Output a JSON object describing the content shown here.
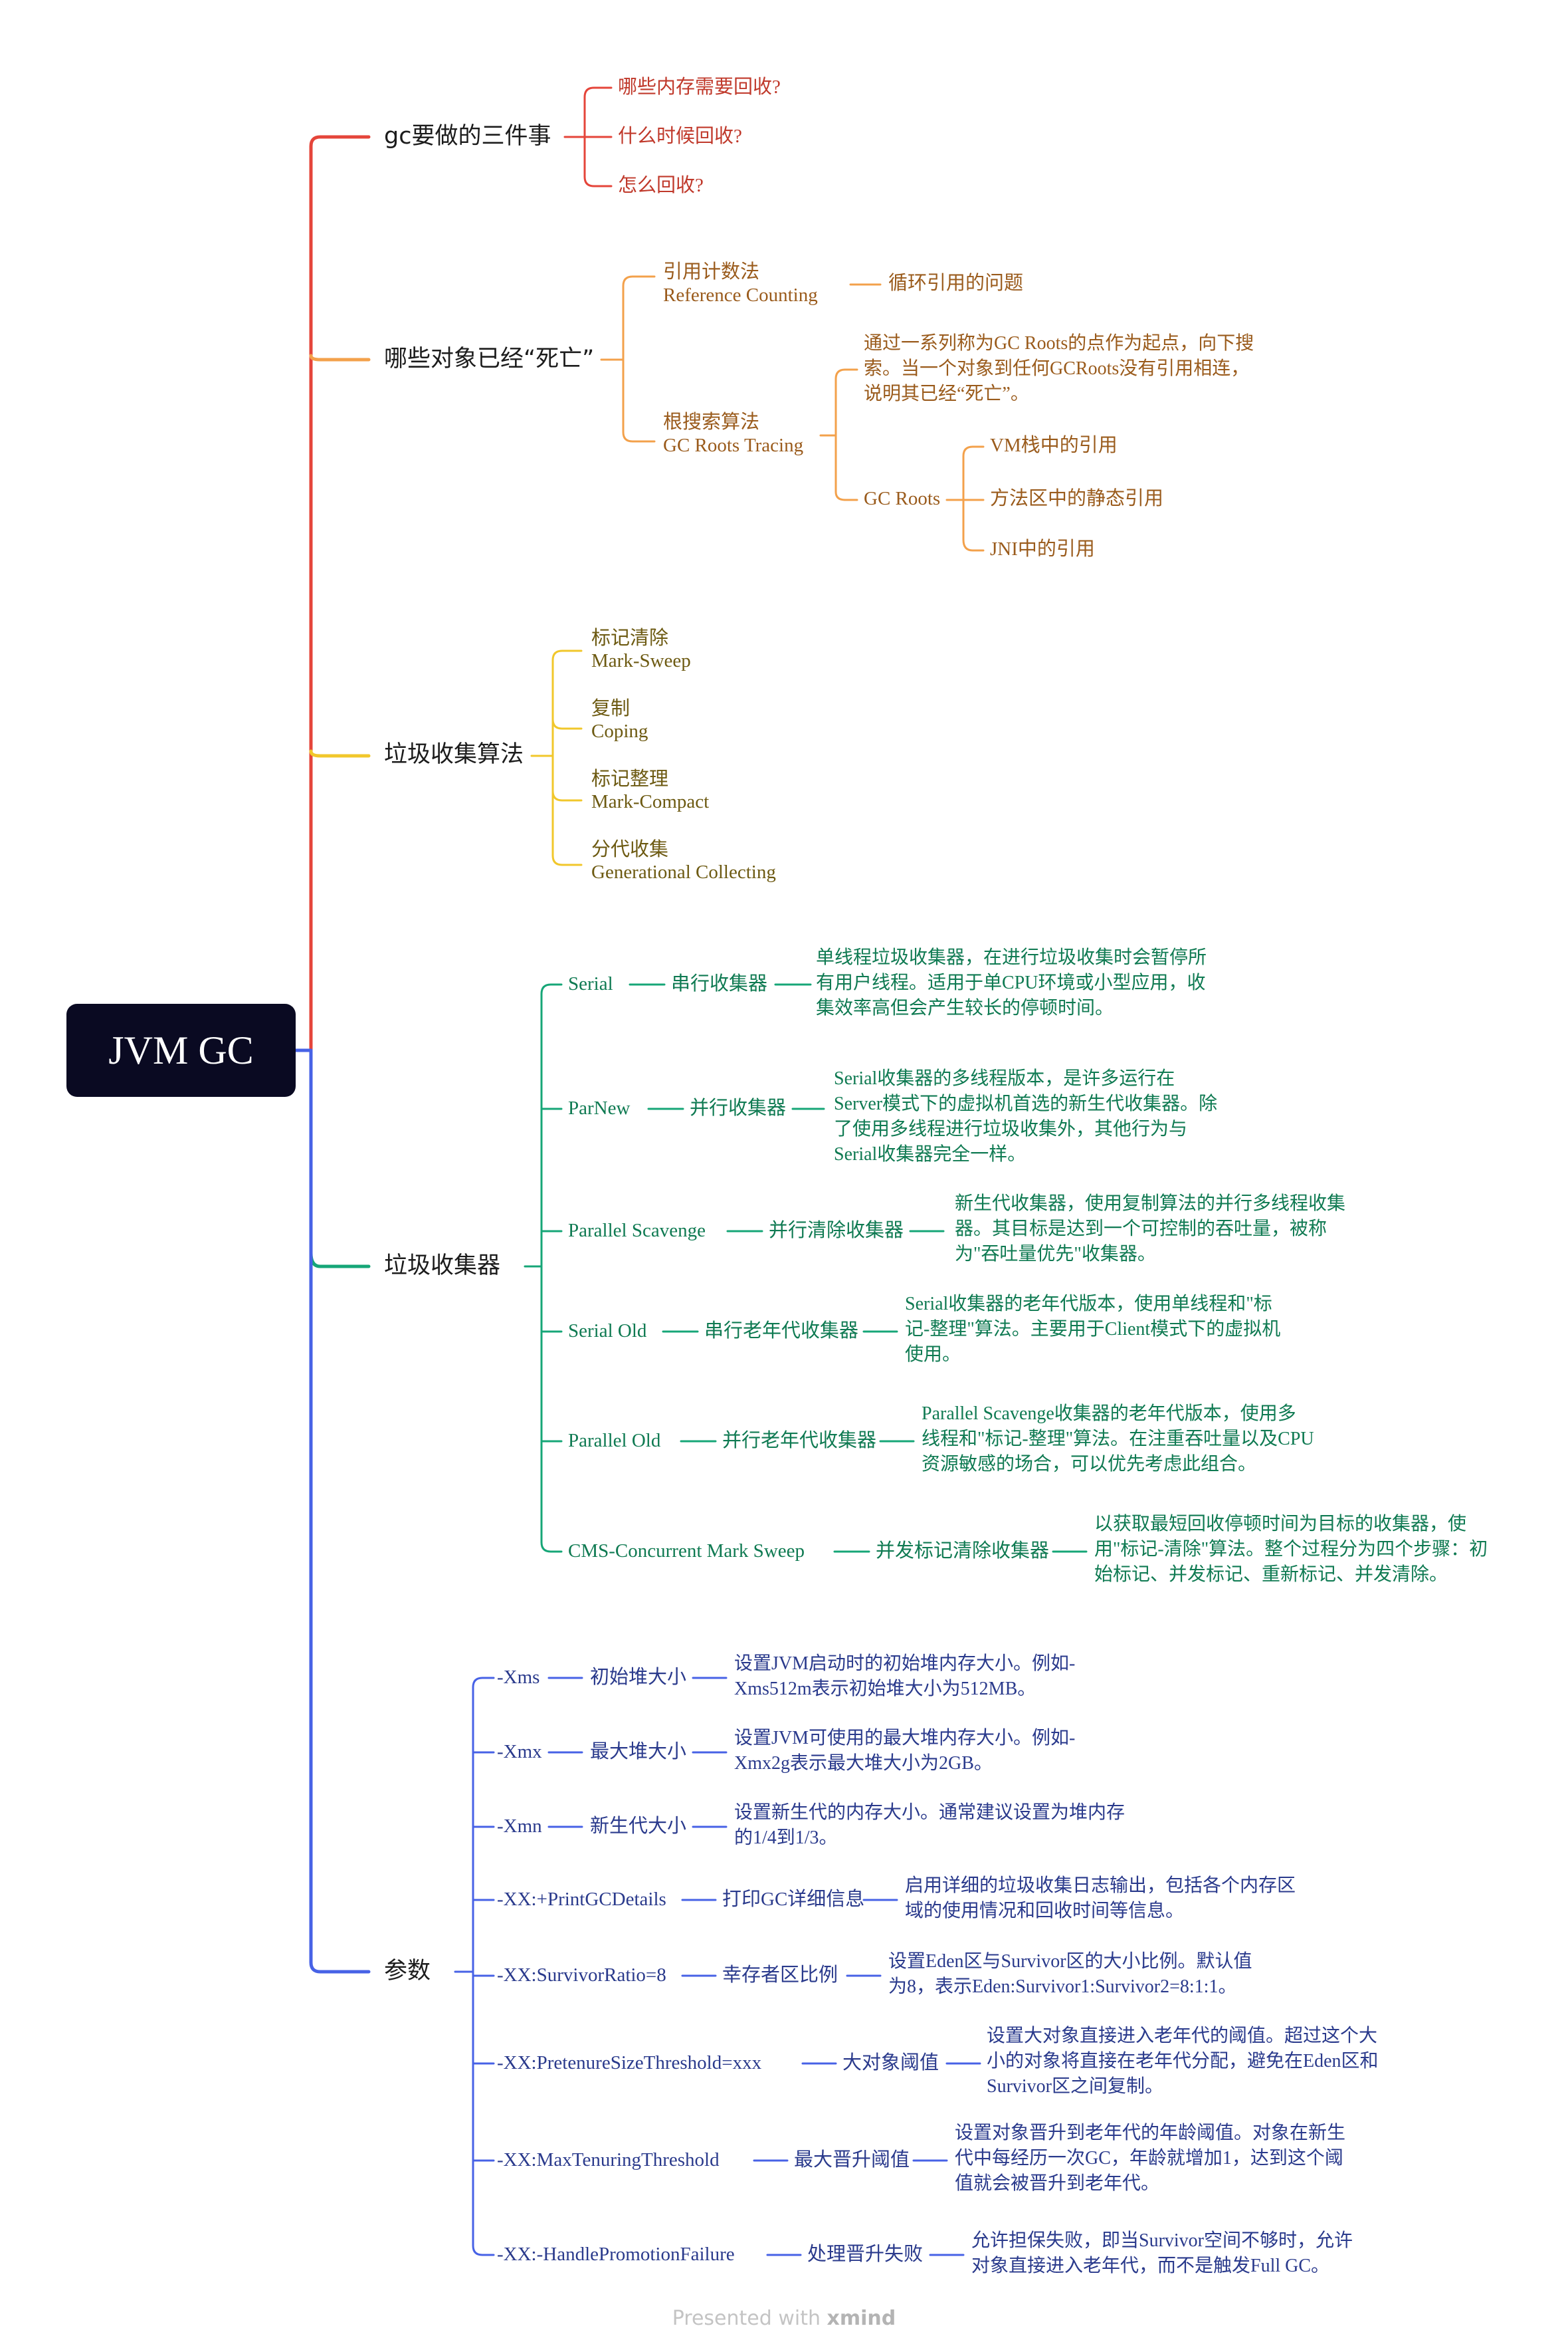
{
  "root": "JVM GC",
  "colors": {
    "red": "#e5453a",
    "orange": "#f3a14b",
    "yellow": "#f1c72b",
    "green": "#16a677",
    "blue": "#4762e6"
  },
  "branches": {
    "tasks": {
      "title": "gc要做的三件事",
      "items": [
        "哪些内存需要回收?",
        "什么时候回收?",
        "怎么回收?"
      ]
    },
    "dead": {
      "title": "哪些对象已经“死亡”",
      "refcount": {
        "line1": "引用计数法",
        "line2": "Reference Counting",
        "child": "循环引用的问题"
      },
      "tracing": {
        "line1": "根搜索算法",
        "line2": "GC Roots Tracing",
        "desc": [
          "通过一系列称为GC Roots的点作为起点，向下搜",
          "索。当一个对象到任何GCRoots没有引用相连，",
          "说明其已经“死亡”。"
        ],
        "gcroots": "GC Roots",
        "roots": [
          "VM栈中的引用",
          "方法区中的静态引用",
          "JNI中的引用"
        ]
      }
    },
    "algo": {
      "title": "垃圾收集算法",
      "items": [
        {
          "cn": "标记清除",
          "en": "Mark-Sweep"
        },
        {
          "cn": "复制",
          "en": "Coping"
        },
        {
          "cn": "标记整理",
          "en": "Mark-Compact"
        },
        {
          "cn": "分代收集",
          "en": "Generational Collecting"
        }
      ]
    },
    "collectors": {
      "title": "垃圾收集器",
      "items": [
        {
          "name": "Serial",
          "cn": "串行收集器",
          "desc": [
            "单线程垃圾收集器，在进行垃圾收集时会暂停所",
            "有用户线程。适用于单CPU环境或小型应用，收",
            "集效率高但会产生较长的停顿时间。"
          ]
        },
        {
          "name": "ParNew",
          "cn": "并行收集器",
          "desc": [
            "Serial收集器的多线程版本，是许多运行在",
            "Server模式下的虚拟机首选的新生代收集器。除",
            "了使用多线程进行垃圾收集外，其他行为与",
            "Serial收集器完全一样。"
          ]
        },
        {
          "name": "Parallel Scavenge",
          "cn": "并行清除收集器",
          "desc": [
            "新生代收集器，使用复制算法的并行多线程收集",
            "器。其目标是达到一个可控制的吞吐量，被称",
            "为\"吞吐量优先\"收集器。"
          ]
        },
        {
          "name": "Serial Old",
          "cn": "串行老年代收集器",
          "desc": [
            "Serial收集器的老年代版本，使用单线程和\"标",
            "记-整理\"算法。主要用于Client模式下的虚拟机",
            "使用。"
          ]
        },
        {
          "name": "Parallel Old",
          "cn": "并行老年代收集器",
          "desc": [
            "Parallel Scavenge收集器的老年代版本，使用多",
            "线程和\"标记-整理\"算法。在注重吞吐量以及CPU",
            "资源敏感的场合，可以优先考虑此组合。"
          ]
        },
        {
          "name": "CMS-Concurrent Mark Sweep",
          "cn": "并发标记清除收集器",
          "desc": [
            "以获取最短回收停顿时间为目标的收集器，使",
            "用\"标记-清除\"算法。整个过程分为四个步骤：初",
            "始标记、并发标记、重新标记、并发清除。"
          ]
        }
      ]
    },
    "params": {
      "title": "参数",
      "items": [
        {
          "name": "-Xms",
          "cn": "初始堆大小",
          "desc": [
            "设置JVM启动时的初始堆内存大小。例如-",
            "Xms512m表示初始堆大小为512MB。"
          ]
        },
        {
          "name": "-Xmx",
          "cn": "最大堆大小",
          "desc": [
            "设置JVM可使用的最大堆内存大小。例如-",
            "Xmx2g表示最大堆大小为2GB。"
          ]
        },
        {
          "name": "-Xmn",
          "cn": "新生代大小",
          "desc": [
            "设置新生代的内存大小。通常建议设置为堆内存",
            "的1/4到1/3。"
          ]
        },
        {
          "name": "-XX:+PrintGCDetails",
          "cn": "打印GC详细信息",
          "desc": [
            "启用详细的垃圾收集日志输出，包括各个内存区",
            "域的使用情况和回收时间等信息。"
          ]
        },
        {
          "name": "-XX:SurvivorRatio=8",
          "cn": "幸存者区比例",
          "desc": [
            "设置Eden区与Survivor区的大小比例。默认值",
            "为8，表示Eden:Survivor1:Survivor2=8:1:1。"
          ]
        },
        {
          "name": "-XX:PretenureSizeThreshold=xxx",
          "cn": "大对象阈值",
          "desc": [
            "设置大对象直接进入老年代的阈值。超过这个大",
            "小的对象将直接在老年代分配，避免在Eden区和",
            "Survivor区之间复制。"
          ]
        },
        {
          "name": "-XX:MaxTenuringThreshold",
          "cn": "最大晋升阈值",
          "desc": [
            "设置对象晋升到老年代的年龄阈值。对象在新生",
            "代中每经历一次GC，年龄就增加1，达到这个阈",
            "值就会被晋升到老年代。"
          ]
        },
        {
          "name": "-XX:-HandlePromotionFailure",
          "cn": "处理晋升失败",
          "desc": [
            "允许担保失败，即当Survivor空间不够时，允许",
            "对象直接进入老年代，而不是触发Full GC。"
          ]
        }
      ]
    }
  },
  "footer": {
    "prefix": "Presented with",
    "brand": "xmind"
  }
}
